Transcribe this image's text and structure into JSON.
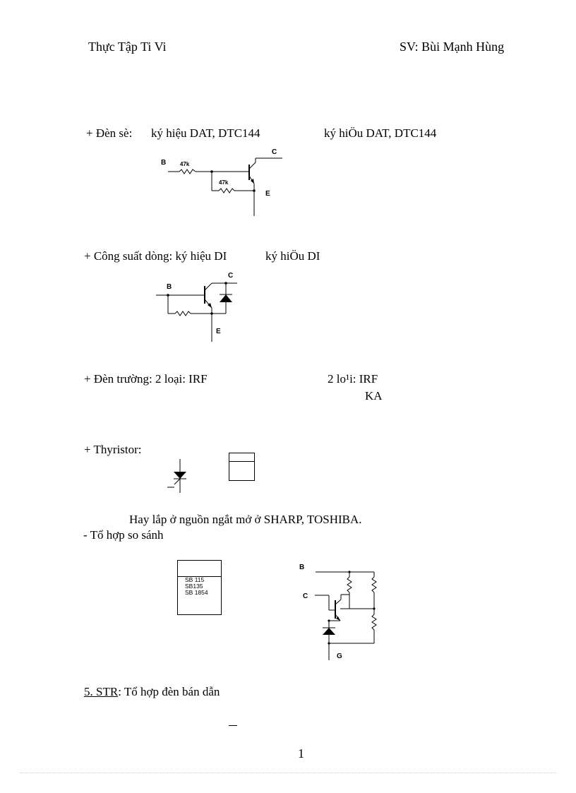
{
  "header": {
    "left": "Thực Tập Ti Vi",
    "right": "SV: Bùi Mạnh Hùng"
  },
  "sections": {
    "den_se": {
      "heading": "+ Đèn sè:",
      "symbol_text": "ký hiệu DAT, DTC144",
      "symbol_text_alt": "ký hiÖu DAT, DTC144",
      "labels": {
        "b": "B",
        "c": "C",
        "e": "E",
        "r1": "47k",
        "r2": "47k"
      }
    },
    "cong_suat": {
      "heading": "+ Công suất dòng: ký hiệu DI",
      "symbol_text_alt": "ký hiÖu DI",
      "labels": {
        "b": "B",
        "c": "C",
        "e": "E"
      }
    },
    "den_truong": {
      "heading": "+ Đèn trường: 2 loại: IRF",
      "alt_line1": "2 lo¹i: IRF",
      "alt_line2": "KA"
    },
    "thyristor": {
      "heading": "+ Thyristor:"
    },
    "note": "Hay lắp ở nguồn ngắt mở ở SHARP, TOSHIBA.",
    "to_hop": {
      "heading": "- Tổ hợp so sánh",
      "chip_lines": [
        "SB 115",
        "SB135",
        "SB 1854"
      ],
      "labels": {
        "b": "B",
        "c": "C",
        "g": "G"
      }
    },
    "str": {
      "number": "5. STR",
      "title": ": Tổ hợp đèn bán dẫn"
    }
  },
  "footer": {
    "page_number": "1"
  }
}
